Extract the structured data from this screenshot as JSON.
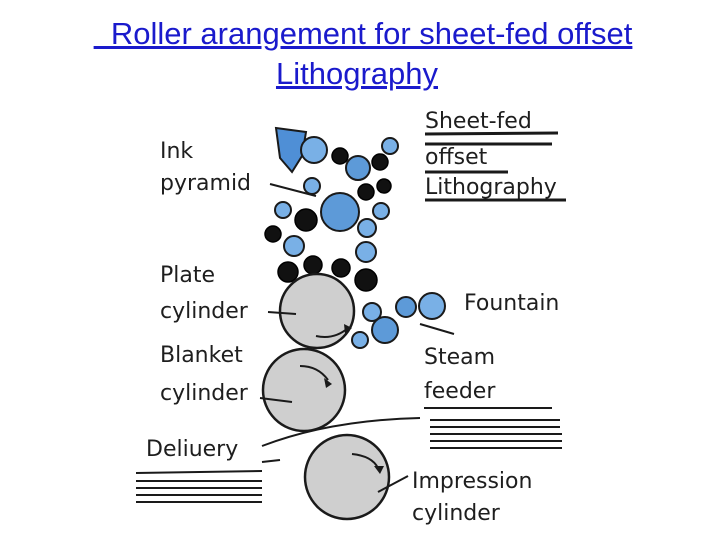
{
  "title": {
    "line1": "  Roller arangement for sheet-fed offset",
    "line2": "Lithography"
  },
  "labels": {
    "ink": "Ink",
    "pyramid": "pyramid",
    "sheet_fed": "Sheet-fed",
    "offset": "offset",
    "lithography": "Lithography",
    "plate": "Plate",
    "plate_cylinder": "cylinder",
    "fountain": "Fountain",
    "blanket": "Blanket",
    "blanket_cylinder": "cylinder",
    "steam": "Steam",
    "feeder": "feeder",
    "delivery": "Deliuery",
    "impression": "Impression",
    "impression_cylinder": "cylinder"
  },
  "colors": {
    "title": "#1a1acc",
    "roller_blue": "#5d9ad8",
    "roller_dark": "#111111",
    "cylinder": "#cfcfcf"
  }
}
